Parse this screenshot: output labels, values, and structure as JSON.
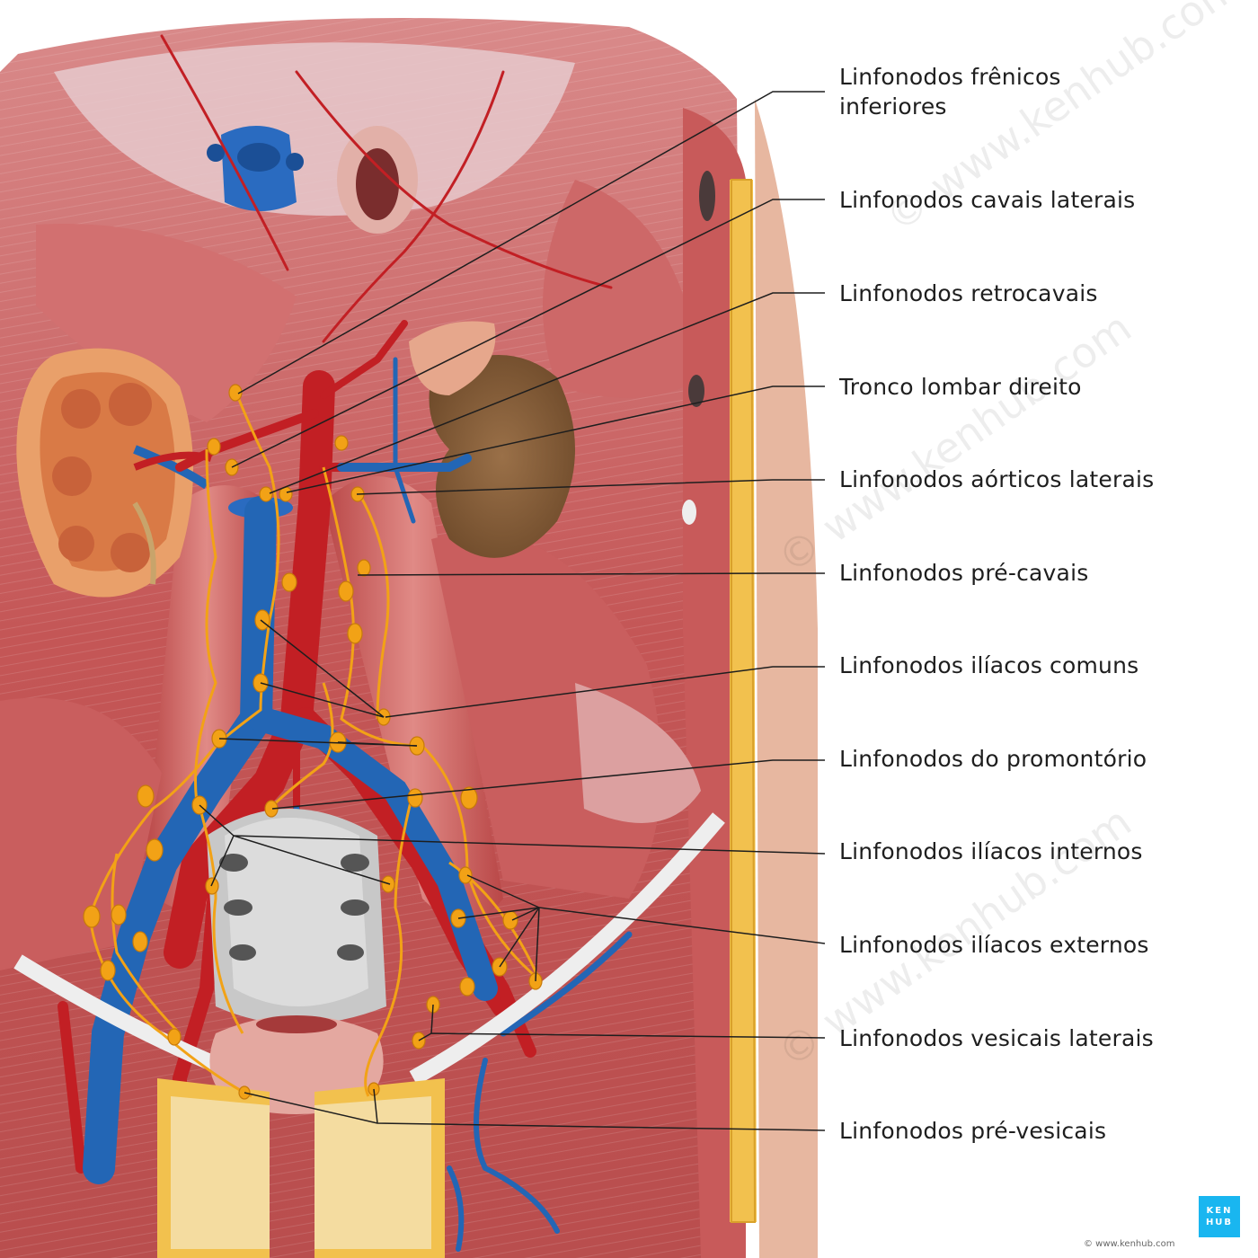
{
  "labels": [
    {
      "lines": [
        "Linfonodos frênicos",
        "inferiores"
      ]
    },
    {
      "lines": [
        "Linfonodos cavais laterais"
      ]
    },
    {
      "lines": [
        "Linfonodos retrocavais"
      ]
    },
    {
      "lines": [
        "Tronco lombar direito"
      ]
    },
    {
      "lines": [
        "Linfonodos aórticos laterais"
      ]
    },
    {
      "lines": [
        "Linfonodos pré-cavais"
      ]
    },
    {
      "lines": [
        "Linfonodos ilíacos comuns"
      ]
    },
    {
      "lines": [
        "Linfonodos do promontório"
      ]
    },
    {
      "lines": [
        "Linfonodos ilíacos internos"
      ]
    },
    {
      "lines": [
        "Linfonodos ilíacos externos"
      ]
    },
    {
      "lines": [
        "Linfonodos vesicais laterais"
      ]
    },
    {
      "lines": [
        "Linfonodos pré-vesicais"
      ]
    }
  ],
  "brand": {
    "logo_line1": "KEN",
    "logo_line2": "HUB",
    "copyright": "© www.kenhub.com",
    "watermark": "© www.kenhub.com"
  },
  "colors": {
    "muscle": "#c85a5a",
    "artery": "#c21f24",
    "vein": "#2366b5",
    "lymph": "#f2a216",
    "kidney": "#e9a06a",
    "bone": "#f4dca0",
    "brand": "#19b6f0"
  }
}
